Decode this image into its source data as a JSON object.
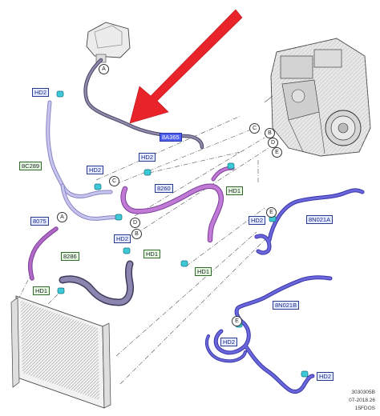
{
  "labels": {
    "hd2_top": "HD2",
    "code_8c289": "8C289",
    "hd2_mid": "HD2",
    "code_8075": "8075",
    "code_8a365": "8A365",
    "hd2_center": "HD2",
    "code_8260": "8260",
    "hd1_right": "HD1",
    "hd2_lower": "HD2",
    "code_8286": "8286",
    "hd1_lower_mid": "HD1",
    "hd1_left": "HD1",
    "hd1_bottom_center": "HD1",
    "hd2_r1": "HD2",
    "code_8n021a": "8N021A",
    "code_8n021b": "8N021B",
    "hd2_r2": "HD2",
    "hd2_r3": "HD2"
  },
  "refs": {
    "a_top": "A",
    "c_mid": "C",
    "a_left": "A",
    "d_mid": "D",
    "b_mid": "B",
    "c_engine": "C",
    "b_engine": "B",
    "d_engine": "D",
    "e_engine": "E",
    "e_r1": "E",
    "e_r2": "E"
  },
  "footer": {
    "line1": "3030305B",
    "line2": "07-2018.26",
    "line3": "15FDOS"
  },
  "colors": {
    "arrow": "#e8232a",
    "selected_label": "#4f5ff0",
    "hose_lavender": "#b9b6e6",
    "hose_purple": "#b06ac6",
    "hose_blue": "#5f5cd8",
    "hose_dark": "#6f6a8c"
  }
}
